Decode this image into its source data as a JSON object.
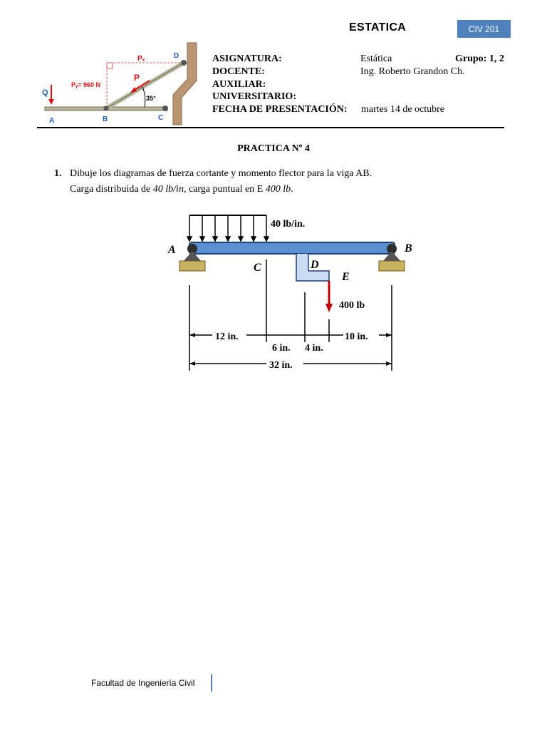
{
  "header": {
    "title": "ESTATICA",
    "code": "CIV 201",
    "code_bg": "#4f81bd",
    "info": {
      "asignatura_label": "ASIGNATURA:",
      "asignatura_value": "Estática",
      "grupo": "Grupo: 1, 2",
      "docente_label": "DOCENTE:",
      "docente_value": "Ing. Roberto Grandon Ch.",
      "auxiliar_label": "AUXILIAR:",
      "universitario_label": "UNIVERSITARIO:",
      "fecha_label": "FECHA DE PRESENTACIÓN:",
      "fecha_value": "martes 14 de octubre"
    },
    "figure": {
      "label_py": "Pᵧ= 960 N",
      "label_px": "Pₓ",
      "label_p": "P",
      "label_q": "Q",
      "label_a": "A",
      "label_b": "B",
      "label_c": "C",
      "label_d": "D",
      "angle": "35°"
    }
  },
  "practice": {
    "title": "PRACTICA Nº 4"
  },
  "question": {
    "number": "1.",
    "line1": "Dibuje los diagramas de fuerza cortante y momento flector para la viga AB.",
    "line2_prefix": "Carga distribuida de ",
    "line2_load": "40 lb/in,",
    "line2_middle": " carga puntual en E ",
    "line2_point": "400 lb",
    "line2_end": "."
  },
  "beam_figure": {
    "distributed_load": "40 lb/in.",
    "point_load": "400 lb",
    "label_a": "A",
    "label_b": "B",
    "label_c": "C",
    "label_d": "D",
    "label_e": "E",
    "dim_ac": "12 in.",
    "dim_cd": "6 in.",
    "dim_de": "4 in.",
    "dim_eb": "10 in.",
    "dim_total": "32 in."
  },
  "footer": {
    "text": "Facultad de Ingeniería Civil"
  }
}
